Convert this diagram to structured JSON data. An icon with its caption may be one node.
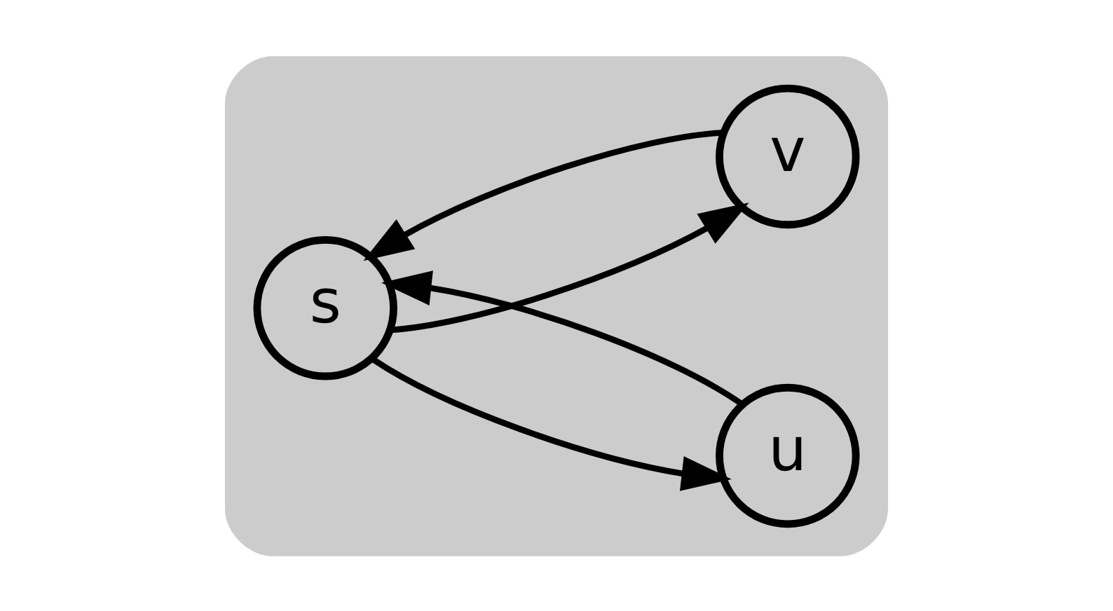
{
  "diagram": {
    "nodes": [
      {
        "text": [],
        "shape": "cloud"
      },
      {
        "text": [
          "s"
        ],
        "in": 0
      },
      {
        "text": [
          "u"
        ],
        "in": 0
      },
      {
        "text": [
          "v"
        ],
        "in": 0
      }
    ],
    "edges": [
      {
        "from": 2,
        "to": 1,
        "arrow": "to"
      },
      {
        "from": 1,
        "to": 2,
        "arrow": "to"
      },
      {
        "from": 1,
        "to": 3,
        "arrow": "to"
      },
      {
        "from": 3,
        "to": 1,
        "arrow": "to"
      }
    ]
  }
}
